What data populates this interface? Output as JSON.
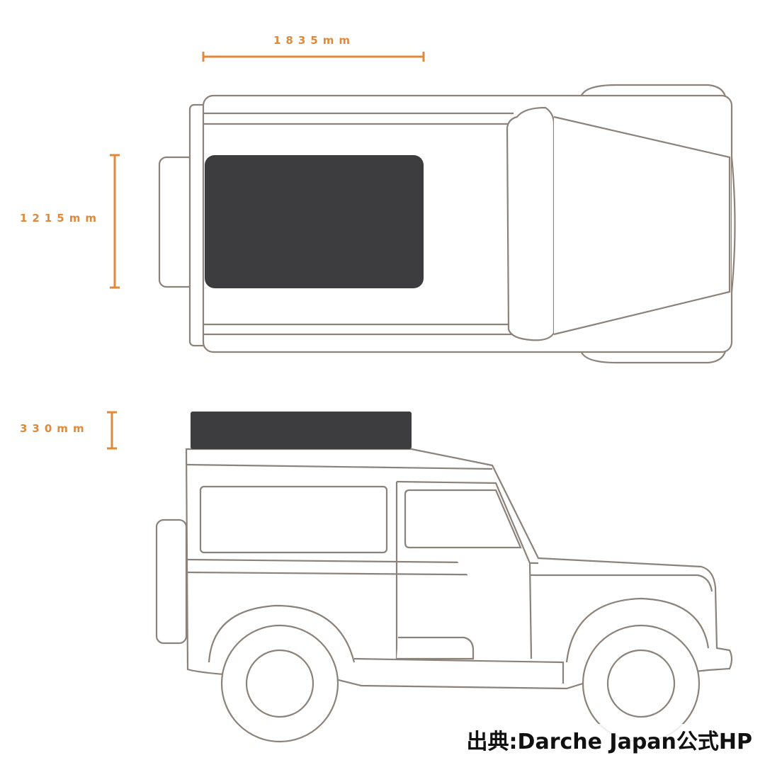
{
  "dimensions": {
    "length": "1835mm",
    "width": "1215mm",
    "height": "330mm"
  },
  "credit": "出典:Darche Japan公式HP",
  "colors": {
    "dimension": "#e0893a",
    "outline": "#8c8279",
    "tent": "#3d3d3f"
  }
}
